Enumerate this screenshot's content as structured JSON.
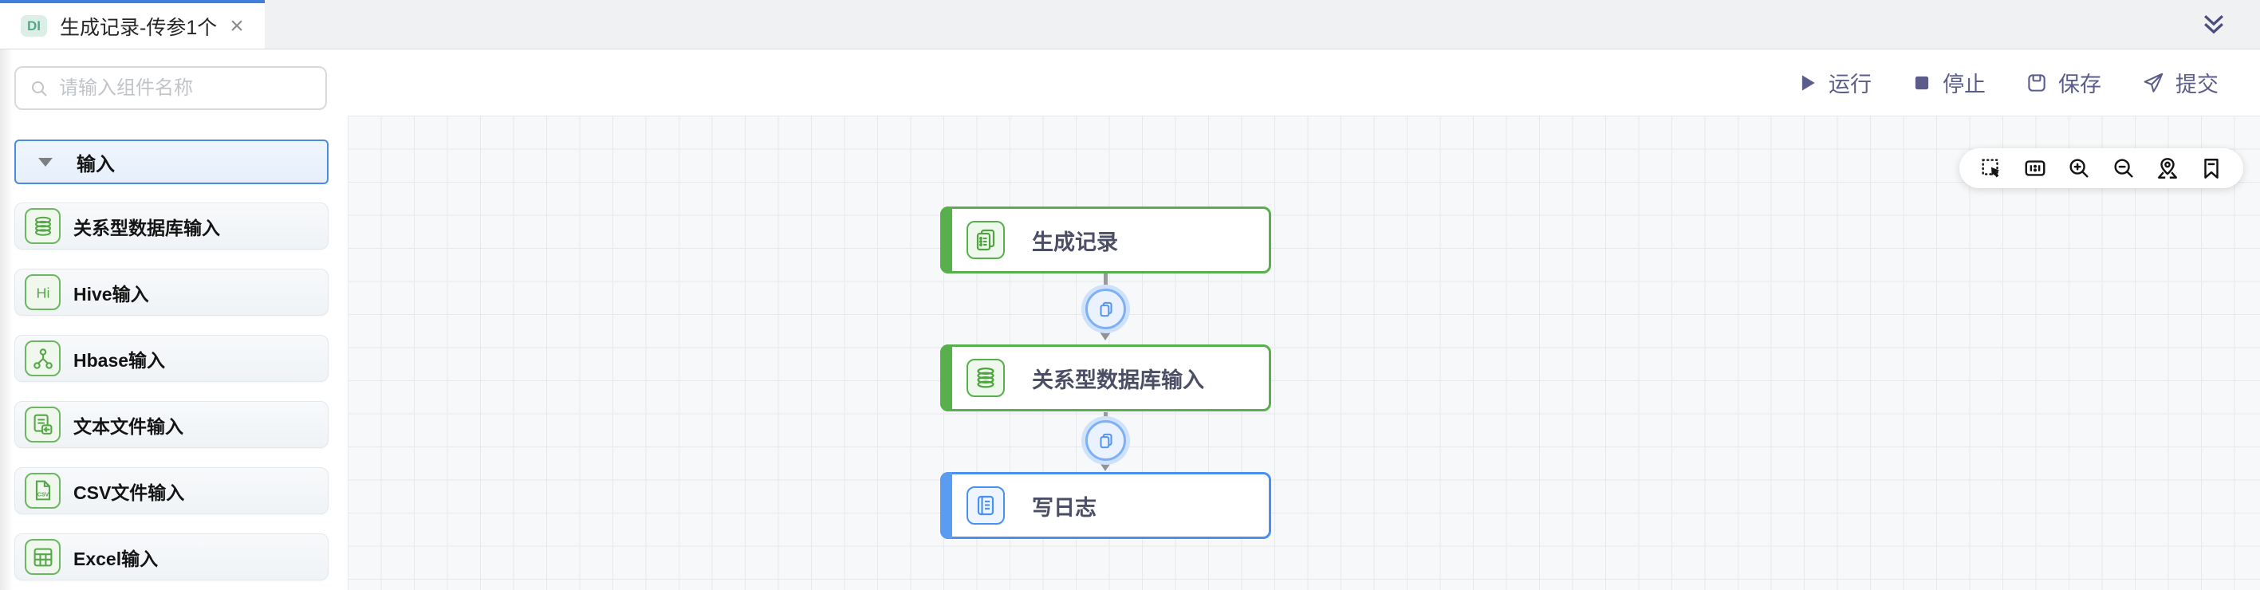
{
  "tab_bar": {
    "active_tab": {
      "badge": "DI",
      "title": "生成记录-传参1个",
      "close_glyph": "×"
    }
  },
  "top_toolbar": {
    "buttons": [
      {
        "label": "运行",
        "icon": "play-icon"
      },
      {
        "label": "停止",
        "icon": "stop-icon"
      },
      {
        "label": "保存",
        "icon": "save-icon"
      },
      {
        "label": "提交",
        "icon": "submit-icon"
      }
    ]
  },
  "sidebar": {
    "search_placeholder": "请输入组件名称",
    "section": {
      "label": "输入",
      "state": "expanded"
    },
    "items": [
      {
        "label": "关系型数据库输入",
        "icon": "database-icon"
      },
      {
        "label": "Hive输入",
        "icon": "hive-icon",
        "icon_text": "Hi"
      },
      {
        "label": "Hbase输入",
        "icon": "hbase-icon"
      },
      {
        "label": "文本文件输入",
        "icon": "text-file-icon"
      },
      {
        "label": "CSV文件输入",
        "icon": "csv-file-icon",
        "icon_text": "CSV"
      },
      {
        "label": "Excel输入",
        "icon": "excel-icon"
      }
    ]
  },
  "canvas": {
    "nodes": [
      {
        "label": "生成记录",
        "icon": "generate-records-icon",
        "color": "#57b04c"
      },
      {
        "label": "关系型数据库输入",
        "icon": "database-icon",
        "color": "#57b04c"
      },
      {
        "label": "写日志",
        "icon": "write-log-icon",
        "color": "#4a90f0"
      }
    ],
    "links": [
      {
        "from": "生成记录",
        "to": "关系型数据库输入",
        "icon": "copy-icon"
      },
      {
        "from": "关系型数据库输入",
        "to": "写日志",
        "icon": "copy-icon"
      }
    ],
    "toolbar_icons": [
      "marquee-select-icon",
      "actual-size-icon",
      "zoom-in-icon",
      "zoom-out-icon",
      "locate-icon",
      "bookmark-icon"
    ]
  },
  "colors": {
    "tab_accent_blue": "#3f7fd9",
    "node_green": "#57b04c",
    "node_blue": "#4a90f0",
    "link_circle_blue": "#7fb0f5",
    "toolbar_slate": "#5b5c8a",
    "badge_teal": "#4fa98e",
    "grid_line": "#e7e9eb",
    "canvas_bg": "#f7f8f9"
  }
}
